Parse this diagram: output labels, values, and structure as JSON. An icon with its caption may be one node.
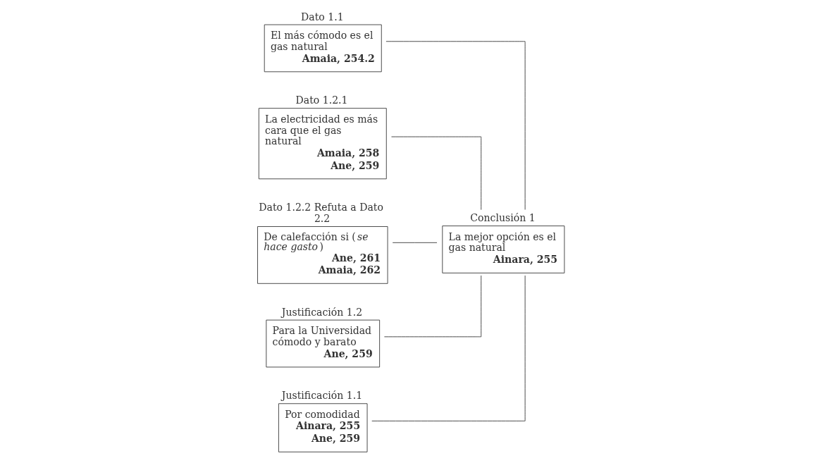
{
  "diagram": {
    "nodes": [
      {
        "text": [
          "Dato 1.1",
          "El más cómodo es el gas natural",
          "**Amaia, 254.2**"
        ]
      },
      {
        "text": [
          "Dato 1.2.1",
          "La electricidad es más cara que el gas natural",
          "**Amaia, 258**",
          "**Ane, 259**"
        ]
      },
      {
        "text": [
          "Conclusión 1",
          "La mejor opción es el gas natural",
          "**Ainara, 255**"
        ]
      },
      {
        "text": [
          "Dato 1.2.2 Refuta a Dato 2.2",
          "De calefacción si (*se hace gasto*)",
          "**Ane, 261**",
          "**Amaia, 262**"
        ]
      },
      {
        "text": [
          "Justificación 1.2",
          "Para la Universidad cómodo y barato",
          "**Ane, 259**"
        ]
      },
      {
        "text": [
          "Justificación 1.1",
          "Por comodidad",
          "**Ainara, 255**",
          "**Ane, 259**"
        ]
      }
    ],
    "edges": [
      {
        "from": 0,
        "to": 2,
        "arrow": "none"
      },
      {
        "from": 1,
        "to": 2,
        "arrow": "none"
      },
      {
        "from": 3,
        "to": 2,
        "arrow": "none"
      },
      {
        "from": 4,
        "to": 2,
        "arrow": "none"
      },
      {
        "from": 5,
        "to": 2,
        "arrow": "none"
      }
    ]
  }
}
